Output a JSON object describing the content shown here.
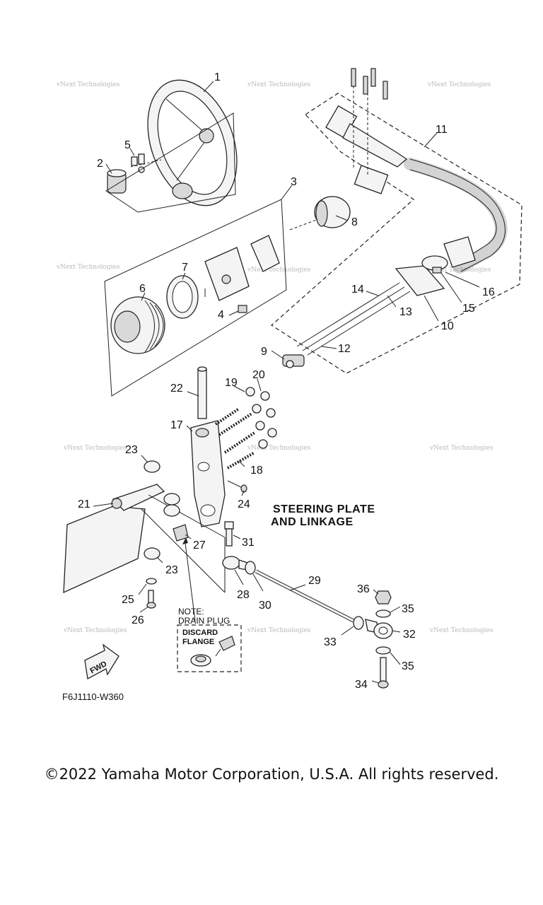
{
  "diagram": {
    "code": "F6J1110-W360",
    "title_lines": [
      "STEERING PLATE",
      "AND LINKAGE"
    ],
    "note_lines": [
      "NOTE:",
      "DRAIN PLUG"
    ],
    "note_box_lines": [
      "DISCARD",
      "FLANGE"
    ],
    "fwd_label": "FWD",
    "watermark": "vNext Technologies",
    "callouts": [
      {
        "id": "c1",
        "label": "1"
      },
      {
        "id": "c2",
        "label": "2"
      },
      {
        "id": "c3",
        "label": "3"
      },
      {
        "id": "c4",
        "label": "4"
      },
      {
        "id": "c5",
        "label": "5"
      },
      {
        "id": "c6",
        "label": "6"
      },
      {
        "id": "c7",
        "label": "7"
      },
      {
        "id": "c8",
        "label": "8"
      },
      {
        "id": "c9",
        "label": "9"
      },
      {
        "id": "c10",
        "label": "10"
      },
      {
        "id": "c11",
        "label": "11"
      },
      {
        "id": "c12",
        "label": "12"
      },
      {
        "id": "c13",
        "label": "13"
      },
      {
        "id": "c14",
        "label": "14"
      },
      {
        "id": "c15",
        "label": "15"
      },
      {
        "id": "c16",
        "label": "16"
      },
      {
        "id": "c17",
        "label": "17"
      },
      {
        "id": "c18",
        "label": "18"
      },
      {
        "id": "c19",
        "label": "19"
      },
      {
        "id": "c20",
        "label": "20"
      },
      {
        "id": "c21",
        "label": "21"
      },
      {
        "id": "c22",
        "label": "22"
      },
      {
        "id": "c23a",
        "label": "23"
      },
      {
        "id": "c23b",
        "label": "23"
      },
      {
        "id": "c24",
        "label": "24"
      },
      {
        "id": "c25",
        "label": "25"
      },
      {
        "id": "c26",
        "label": "26"
      },
      {
        "id": "c27",
        "label": "27"
      },
      {
        "id": "c28",
        "label": "28"
      },
      {
        "id": "c29",
        "label": "29"
      },
      {
        "id": "c30",
        "label": "30"
      },
      {
        "id": "c31",
        "label": "31"
      },
      {
        "id": "c32",
        "label": "32"
      },
      {
        "id": "c33",
        "label": "33"
      },
      {
        "id": "c34",
        "label": "34"
      },
      {
        "id": "c35a",
        "label": "35"
      },
      {
        "id": "c35b",
        "label": "35"
      },
      {
        "id": "c36",
        "label": "36"
      }
    ]
  },
  "footer": {
    "copyright": "©2022 Yamaha Motor Corporation, U.S.A. All rights reserved."
  }
}
